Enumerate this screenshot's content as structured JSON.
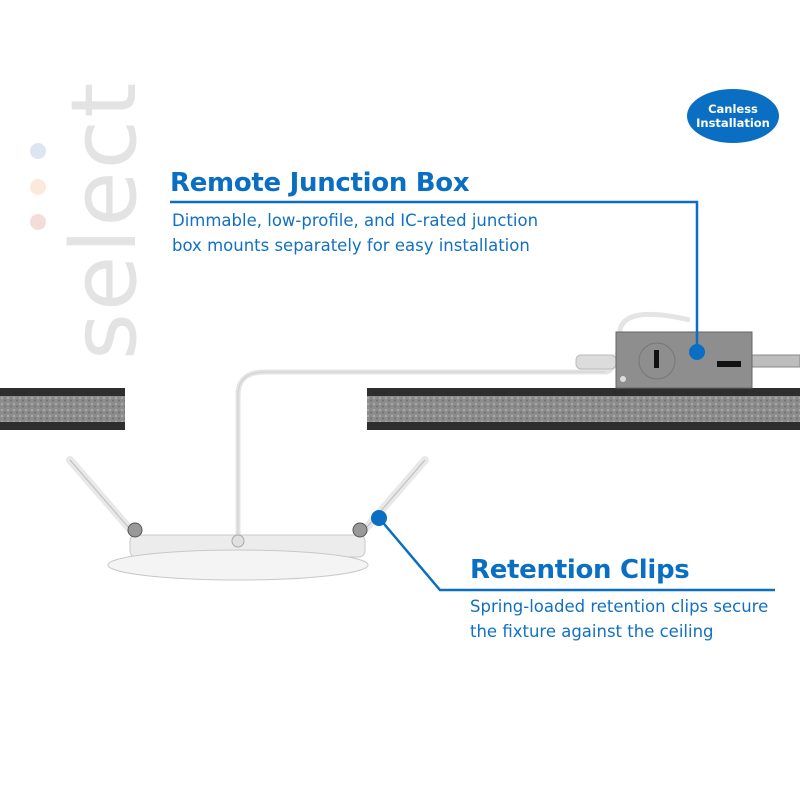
{
  "brand": {
    "logo_text": "select"
  },
  "badge": {
    "line1": "Canless",
    "line2": "Installation"
  },
  "junction_box": {
    "title": "Remote Junction Box",
    "description_line1": "Dimmable, low-profile, and IC-rated junction",
    "description_line2": "box mounts separately for easy installation"
  },
  "retention_clips": {
    "title": "Retention Clips",
    "description_line1": "Spring-loaded retention clips secure",
    "description_line2": "the fixture against the ceiling"
  },
  "colors": {
    "accent": "#0a6fc2",
    "logo": "#e3e3e3",
    "ceiling": "#8a8a8a"
  }
}
